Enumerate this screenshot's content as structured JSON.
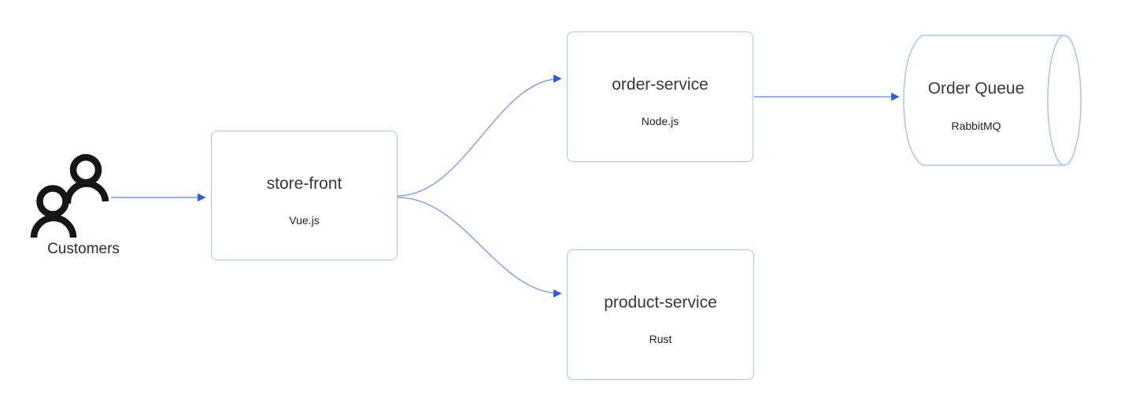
{
  "diagram": {
    "type": "flowchart",
    "direction": "left-to-right"
  },
  "nodes": {
    "customers": {
      "label": "Customers",
      "icon": "people-icon",
      "shape": "actor"
    },
    "store_front": {
      "label": "store-front",
      "sublabel": "Vue.js",
      "shape": "rectangle"
    },
    "order_service": {
      "label": "order-service",
      "sublabel": "Node.js",
      "shape": "rectangle"
    },
    "product_service": {
      "label": "product-service",
      "sublabel": "Rust",
      "shape": "rectangle"
    },
    "order_queue": {
      "label": "Order Queue",
      "sublabel": "RabbitMQ",
      "shape": "cylinder"
    }
  },
  "edges": [
    {
      "from": "customers",
      "to": "store_front",
      "style": "straight-arrow"
    },
    {
      "from": "store_front",
      "to": "order_service",
      "style": "curved-arrow"
    },
    {
      "from": "store_front",
      "to": "product_service",
      "style": "curved-arrow"
    },
    {
      "from": "order_service",
      "to": "order_queue",
      "style": "straight-arrow"
    }
  ],
  "colors": {
    "node_border": "#a9c3f7",
    "node_fill": "#ffffff",
    "edge_line": "#7d9ce9",
    "arrowhead": "#2b5cd9",
    "title_text": "#383838",
    "sub_text": "#1f1f1f",
    "icon": "#161616",
    "background": "#ffffff"
  }
}
